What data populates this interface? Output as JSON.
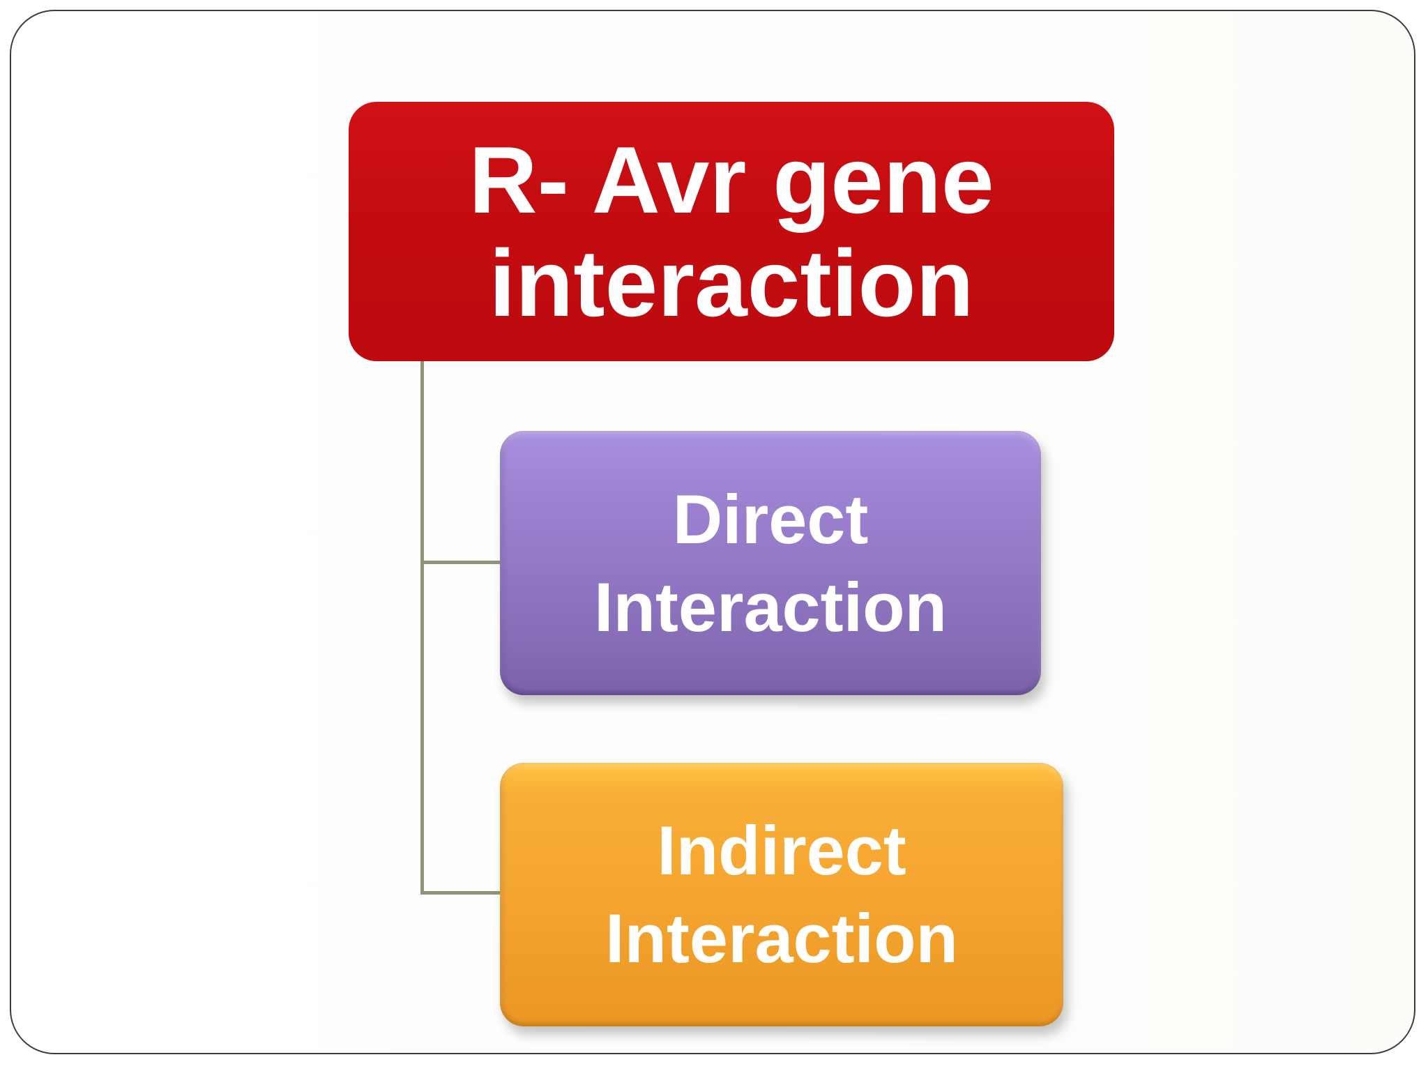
{
  "slide": {
    "background_color": "#FFFFFF",
    "border_color": "#3C3C3C"
  },
  "diagram": {
    "type": "hierarchy",
    "connector_color": "#8E9678",
    "text_color": "#FFFFFF",
    "root": {
      "label": "R- Avr gene interaction",
      "line1": "R- Avr gene",
      "line2": "interaction",
      "fill": "#C50D11"
    },
    "children": [
      {
        "label": "Direct Interaction",
        "line1": "Direct",
        "line2": "Interaction",
        "fill": "#9379C4"
      },
      {
        "label": "Indirect Interaction",
        "line1": "Indirect",
        "line2": "Interaction",
        "fill": "#F6A631"
      }
    ]
  }
}
